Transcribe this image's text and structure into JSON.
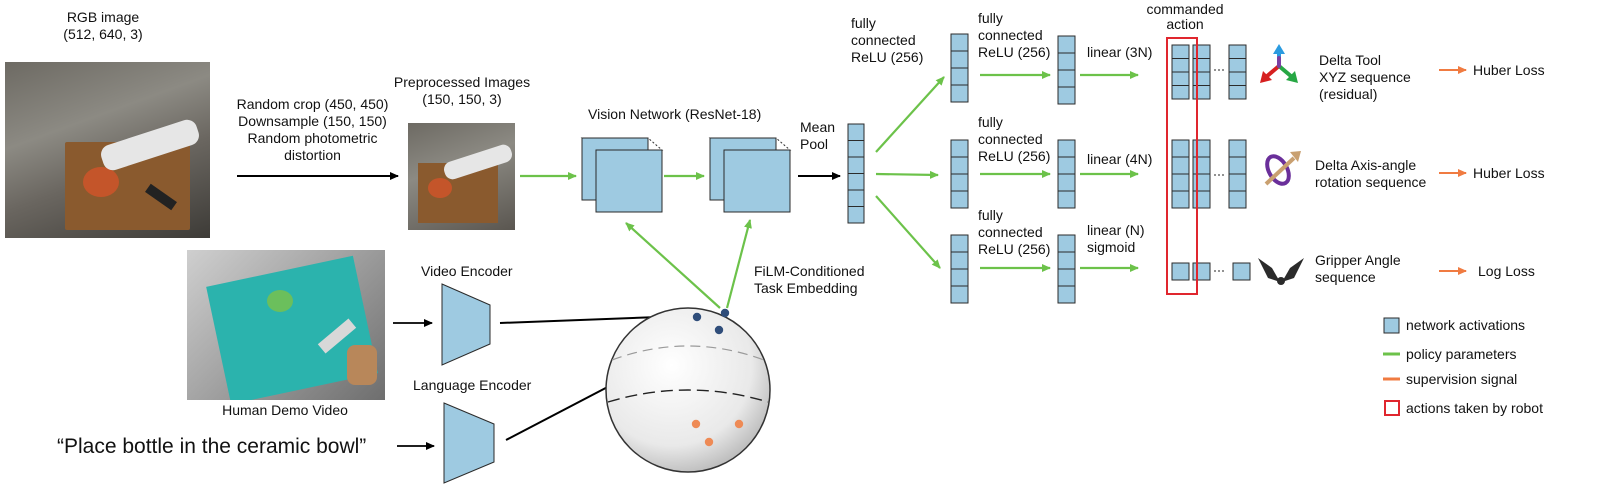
{
  "inputs": {
    "rgb_title": "RGB image",
    "rgb_shape": "(512, 640, 3)",
    "preprocess_lines": [
      "Random crop (450, 450)",
      "Downsample (150, 150)",
      "Random photometric",
      "distortion"
    ],
    "preprocessed_title": "Preprocessed Images",
    "preprocessed_shape": "(150, 150, 3)",
    "human_demo": "Human Demo Video",
    "video_encoder": "Video Encoder",
    "language_encoder": "Language Encoder",
    "instruction": "“Place bottle in the ceramic bowl”"
  },
  "network": {
    "vision": "Vision Network (ResNet-18)",
    "mean_pool": [
      "Mean",
      "Pool"
    ],
    "film": [
      "FiLM-Conditioned",
      "Task Embedding"
    ],
    "fc1_label": [
      "fully",
      "connected",
      "ReLU (256)"
    ],
    "fc2_labels": [
      [
        "fully",
        "connected",
        "ReLU (256)"
      ],
      [
        "fully",
        "connected",
        "ReLU (256)"
      ],
      [
        "fully",
        "connected",
        "ReLU (256)"
      ]
    ],
    "linear_labels": [
      [
        "linear (3N)"
      ],
      [
        "linear (4N)"
      ],
      [
        "linear (N)",
        "sigmoid"
      ]
    ],
    "commanded_action": [
      "commanded",
      "action"
    ],
    "ellipsis": "···"
  },
  "outputs": [
    {
      "name": [
        "Delta Tool",
        "XYZ sequence",
        "(residual)"
      ],
      "loss": "Huber Loss",
      "icon": "xyz-axes-icon"
    },
    {
      "name": [
        "Delta Axis-angle",
        "rotation sequence"
      ],
      "loss": "Huber Loss",
      "icon": "axis-angle-rotation-icon"
    },
    {
      "name": [
        "Gripper Angle",
        "sequence"
      ],
      "loss": "Log Loss",
      "icon": "gripper-icon"
    }
  ],
  "legend": [
    {
      "label": "network activations",
      "kind": "box"
    },
    {
      "label": "policy parameters",
      "kind": "green-line"
    },
    {
      "label": "supervision signal",
      "kind": "orange-line"
    },
    {
      "label": "actions taken by robot",
      "kind": "red-box"
    }
  ],
  "colors": {
    "activation": "#9ecae1",
    "activation_stroke": "#2b2b2b",
    "policy_green": "#6cc24a",
    "supervision_orange": "#f07b41",
    "robot_red": "#e0262e",
    "embedding_dot_blue": "#2f4d7a",
    "embedding_dot_orange": "#ee8a55"
  }
}
